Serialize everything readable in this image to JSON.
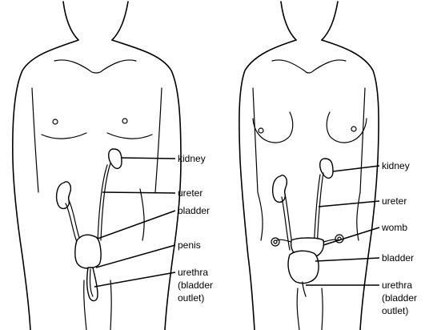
{
  "male": {
    "labels": {
      "kidney": "kidney",
      "ureter": "ureter",
      "bladder": "bladder",
      "penis": "penis",
      "urethra_1": "urethra",
      "urethra_2": "(bladder",
      "urethra_3": "outlet)"
    }
  },
  "female": {
    "labels": {
      "kidney": "kidney",
      "ureter": "ureter",
      "womb": "womb",
      "bladder": "bladder",
      "urethra_1": "urethra",
      "urethra_2": "(bladder",
      "urethra_3": "outlet)"
    }
  }
}
